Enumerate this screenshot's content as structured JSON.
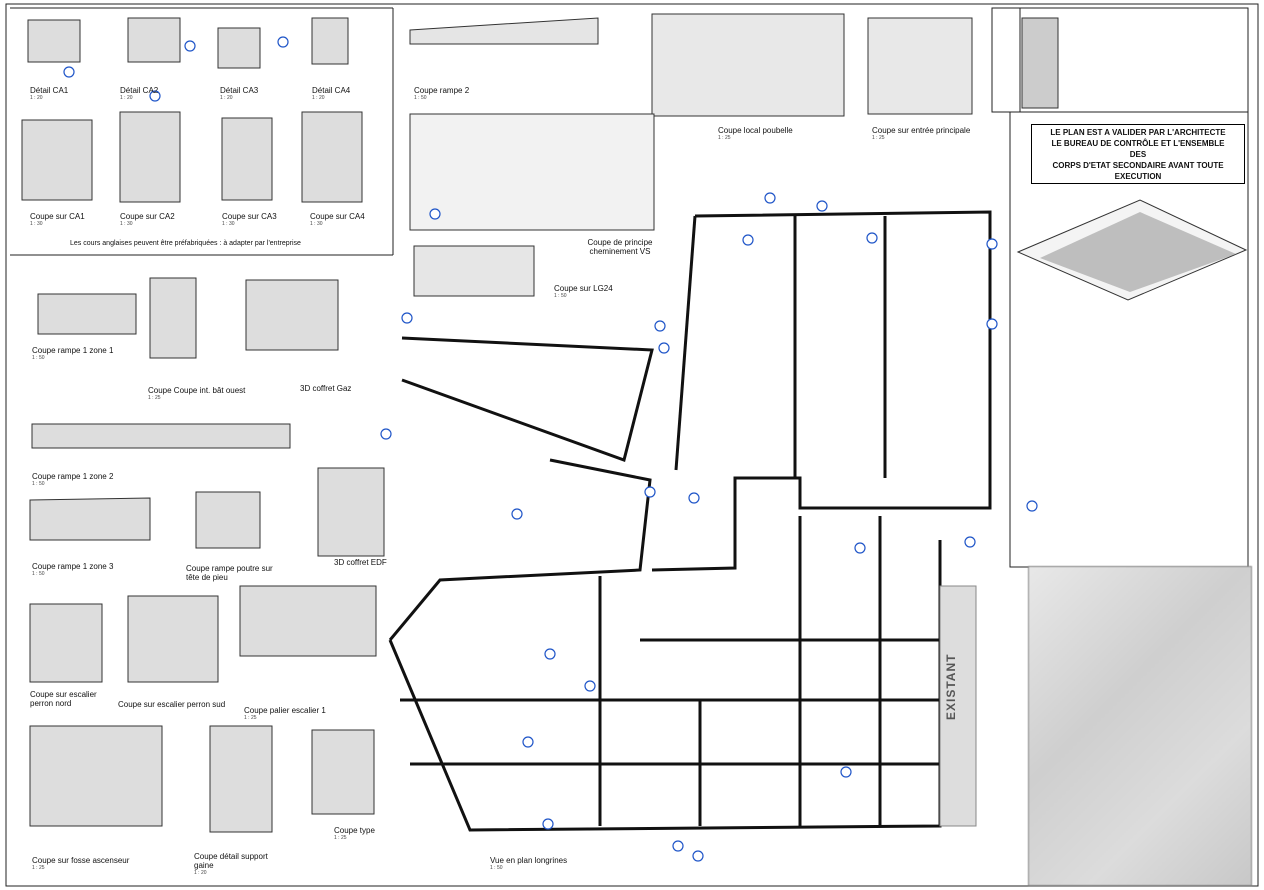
{
  "sheet": {
    "warning_lines": [
      "LE PLAN EST A VALIDER  PAR L'ARCHITECTE",
      "LE BUREAU DE CONTRÔLE ET L'ENSEMBLE",
      "DES",
      "CORPS D'ETAT SECONDAIRE AVANT TOUTE",
      "EXECUTION"
    ],
    "note_cours": "Les cours anglaises peuvent être préfabriquées : à adapter par l'entreprise",
    "existant": "EXISTANT"
  },
  "views": [
    {
      "num": "",
      "title": "Détail CA1",
      "scale": "1 : 20"
    },
    {
      "num": "",
      "title": "Détail CA2",
      "scale": "1 : 20"
    },
    {
      "num": "",
      "title": "Détail CA3",
      "scale": "1 : 20"
    },
    {
      "num": "",
      "title": "Détail CA4",
      "scale": "1 : 20"
    },
    {
      "num": "",
      "title": "Coupe sur CA1",
      "scale": "1 : 30"
    },
    {
      "num": "",
      "title": "Coupe sur CA2",
      "scale": "1 : 30"
    },
    {
      "num": "",
      "title": "Coupe sur CA3",
      "scale": "1 : 30"
    },
    {
      "num": "",
      "title": "Coupe sur CA4",
      "scale": "1 : 30"
    },
    {
      "num": "",
      "title": "Coupe rampe 2",
      "scale": "1 : 50"
    },
    {
      "num": "",
      "title": "Coupe local poubelle",
      "scale": "1 : 25"
    },
    {
      "num": "",
      "title": "Coupe sur entrée principale",
      "scale": "1 : 25"
    },
    {
      "num": "",
      "title": "Coupe de principe cheminement VS",
      "scale": ""
    },
    {
      "num": "",
      "title": "Coupe sur LG24",
      "scale": "1 : 50"
    },
    {
      "num": "",
      "title": "Coupe rampe 1 zone 1",
      "scale": "1 : 50"
    },
    {
      "num": "",
      "title": "Coupe Coupe int. bât ouest",
      "scale": "1 : 25"
    },
    {
      "num": "",
      "title": "3D coffret Gaz",
      "scale": ""
    },
    {
      "num": "",
      "title": "Coupe rampe 1 zone 2",
      "scale": "1 : 50"
    },
    {
      "num": "",
      "title": "Coupe rampe 1 zone 3",
      "scale": "1 : 50"
    },
    {
      "num": "",
      "title": "Coupe rampe poutre sur tête de pieu",
      "scale": ""
    },
    {
      "num": "",
      "title": "3D coffret EDF",
      "scale": ""
    },
    {
      "num": "",
      "title": "Coupe sur escalier perron nord",
      "scale": ""
    },
    {
      "num": "",
      "title": "Coupe sur escalier perron sud",
      "scale": ""
    },
    {
      "num": "",
      "title": "Coupe palier escalier 1",
      "scale": "1 : 25"
    },
    {
      "num": "",
      "title": "Coupe sur fosse ascenseur",
      "scale": "1 : 25"
    },
    {
      "num": "",
      "title": "Coupe détail support gaine",
      "scale": "1 : 20"
    },
    {
      "num": "",
      "title": "Coupe type",
      "scale": "1 : 25"
    },
    {
      "num": "",
      "title": "Vue en plan longrines",
      "scale": "1 : 50"
    }
  ]
}
